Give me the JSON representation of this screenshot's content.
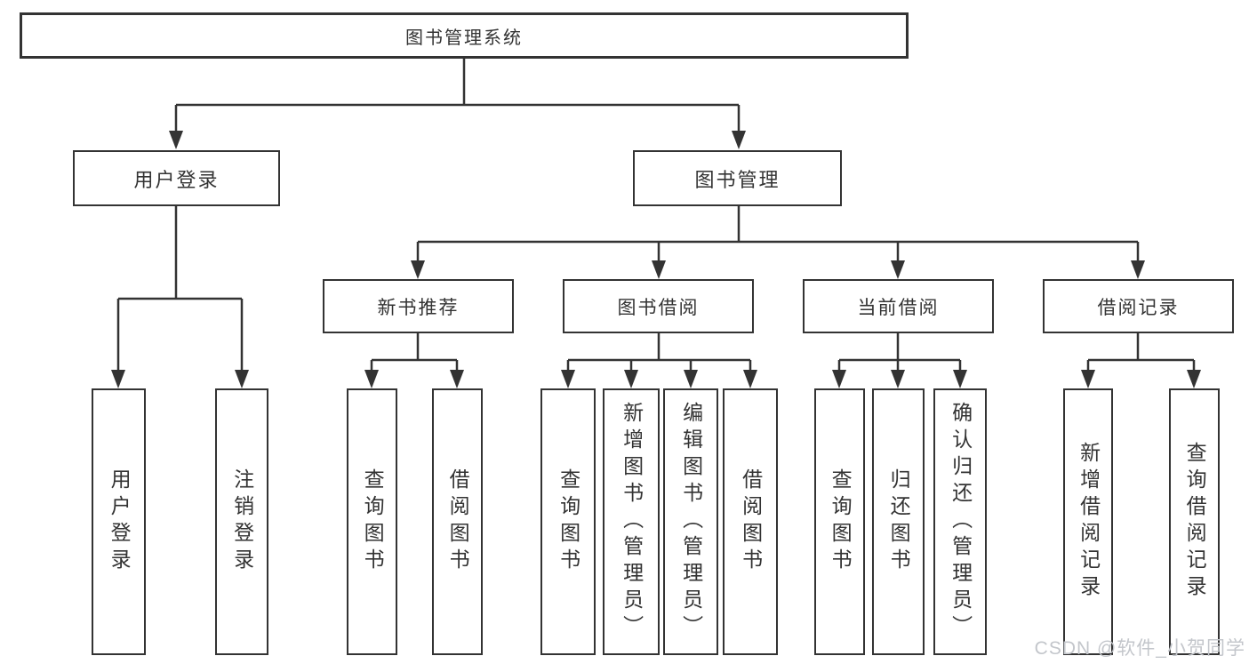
{
  "nodes": {
    "root": "图书管理系统",
    "user_login": "用户登录",
    "book_mgmt": "图书管理",
    "new_book_rec": "新书推荐",
    "book_borrow": "图书借阅",
    "current_borrow": "当前借阅",
    "borrow_record": "借阅记录",
    "ul_user_login": "用户登录",
    "ul_logout": "注销登录",
    "nbr_query_book": "查询图书",
    "nbr_borrow_book": "借阅图书",
    "bb_query_book": "查询图书",
    "bb_add_book": "新增图书（管理员）",
    "bb_edit_book": "编辑图书（管理员）",
    "bb_borrow_book": "借阅图书",
    "cb_query_book": "查询图书",
    "cb_return_book": "归还图书",
    "cb_confirm_return": "确认归还（管理员）",
    "br_add_record": "新增借阅记录",
    "br_query_record": "查询借阅记录"
  },
  "watermark": "CSDN @软件_小贺同学",
  "colors": {
    "line": "#333333",
    "text": "#333333",
    "box_background": "#ffffff",
    "watermark": "#c3c6cb"
  }
}
